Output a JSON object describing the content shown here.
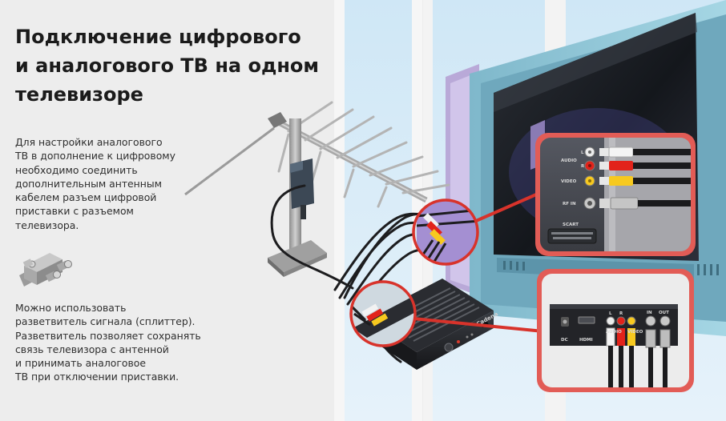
{
  "title": "Подключение цифрового\nи аналогового ТВ на одном\nтелевизоре",
  "paragraphs": [
    "Для настройки аналогового\nТВ в дополнение к цифровому\nнеобходимо  соединить\nдополнительным антенным\nкабелем разъем цифровой\nприставки с разъемом\nтелевизора.",
    "Можно использовать\nразветвитель сигнала (сплиттер).\nРазветвитель позволяет сохранять\nсвязь телевизора с антенной\nи принимать аналоговое\nТВ при отключении приставки."
  ],
  "tv_panel": {
    "audio_label": "AUDIO",
    "audio_l": "L",
    "audio_r": "R",
    "video_label": "VIDEO",
    "rf_label": "RF IN",
    "scart_label": "SCART"
  },
  "receiver_panel": {
    "dc_label": "DC",
    "hdmi_label": "HDMI",
    "l_label": "L",
    "r_label": "R",
    "audio_label": "AUDIO",
    "video_label": "VIDEO",
    "in_label": "IN",
    "out_label": "OUT"
  },
  "receiver_brand": "Cadena",
  "colors": {
    "accent_red": "#e03e36",
    "zoom_ring": "#d8332b",
    "tv_frame": "#8fc7d8",
    "rca_red": "#e2231a",
    "rca_yellow": "#f7c91f",
    "rca_white": "#f4f4f4"
  },
  "icons": [
    "antenna-icon",
    "splitter-icon",
    "tv-icon",
    "receiver-icon"
  ]
}
